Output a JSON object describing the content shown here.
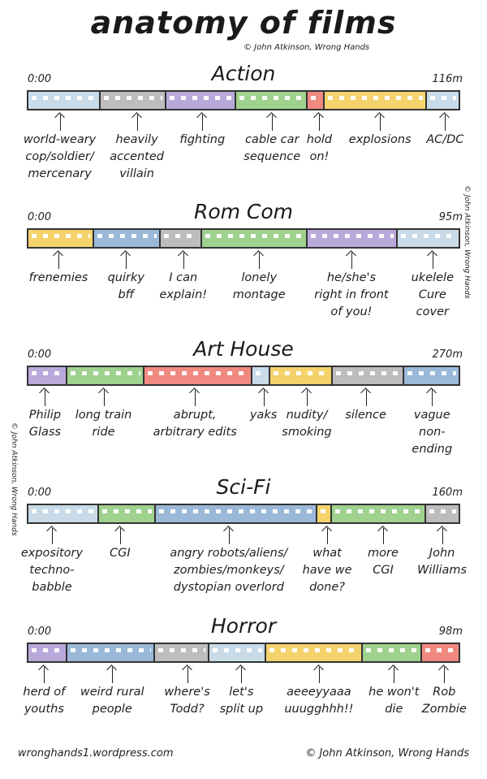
{
  "title": "anatomy of films",
  "credit_top": "© John Atkinson, Wrong Hands",
  "side_credit_right": "© John Atkinson, Wrong Hands",
  "side_credit_left": "© John Atkinson, Wrong Hands",
  "footer_left": "wronghands1.wordpress.com",
  "footer_right": "© John Atkinson, Wrong Hands",
  "colors": {
    "blue_light": "#c9dbe8",
    "gray": "#bdbdbd",
    "purple": "#b9a9da",
    "green": "#9fd18f",
    "red": "#f08a80",
    "yellow": "#f4d36c",
    "blue_mid": "#9ab8d8"
  },
  "films": [
    {
      "genre": "Action",
      "start": "0:00",
      "length": "116m",
      "segments": [
        {
          "color": "#c9dbe8",
          "fraction": 0.168
        },
        {
          "color": "#bdbdbd",
          "fraction": 0.152
        },
        {
          "color": "#b9a9da",
          "fraction": 0.163
        },
        {
          "color": "#9fd18f",
          "fraction": 0.166
        },
        {
          "color": "#f08a80",
          "fraction": 0.039
        },
        {
          "color": "#f4d36c",
          "fraction": 0.239
        },
        {
          "color": "#c9dbe8",
          "fraction": 0.073
        }
      ],
      "labels": [
        {
          "text": "world-weary\ncop/soldier/\nmercenary",
          "pos": 0.076
        },
        {
          "text": "heavily\naccented\nvillain",
          "pos": 0.254
        },
        {
          "text": "fighting",
          "pos": 0.405
        },
        {
          "text": "cable car\nsequence",
          "pos": 0.566
        },
        {
          "text": "hold\non!",
          "pos": 0.675
        },
        {
          "text": "explosions",
          "pos": 0.815
        },
        {
          "text": "AC/DC",
          "pos": 0.965
        }
      ]
    },
    {
      "genre": "Rom Com",
      "start": "0:00",
      "length": "95m",
      "segments": [
        {
          "color": "#f4d36c",
          "fraction": 0.152
        },
        {
          "color": "#9ab8d8",
          "fraction": 0.155
        },
        {
          "color": "#bdbdbd",
          "fraction": 0.097
        },
        {
          "color": "#9fd18f",
          "fraction": 0.245
        },
        {
          "color": "#b9a9da",
          "fraction": 0.21
        },
        {
          "color": "#c9dbe8",
          "fraction": 0.141
        }
      ],
      "labels": [
        {
          "text": "frenemies",
          "pos": 0.073
        },
        {
          "text": "quirky\nbff",
          "pos": 0.229
        },
        {
          "text": "I can\nexplain!",
          "pos": 0.361
        },
        {
          "text": "lonely\nmontage",
          "pos": 0.536
        },
        {
          "text": "he/she's\nright in front\nof you!",
          "pos": 0.749
        },
        {
          "text": "ukelele\nCure\ncover",
          "pos": 0.936
        }
      ]
    },
    {
      "genre": "Art House",
      "start": "0:00",
      "length": "270m",
      "segments": [
        {
          "color": "#b9a9da",
          "fraction": 0.09
        },
        {
          "color": "#9fd18f",
          "fraction": 0.18
        },
        {
          "color": "#f08a80",
          "fraction": 0.251
        },
        {
          "color": "#c9dbe8",
          "fraction": 0.041
        },
        {
          "color": "#f4d36c",
          "fraction": 0.146
        },
        {
          "color": "#bdbdbd",
          "fraction": 0.165
        },
        {
          "color": "#9ab8d8",
          "fraction": 0.127
        }
      ],
      "labels": [
        {
          "text": "Philip\nGlass",
          "pos": 0.042
        },
        {
          "text": "long train\nride",
          "pos": 0.177
        },
        {
          "text": "abrupt,\narbitrary edits",
          "pos": 0.388
        },
        {
          "text": "yaks",
          "pos": 0.546
        },
        {
          "text": "nudity/\nsmoking",
          "pos": 0.646
        },
        {
          "text": "silence",
          "pos": 0.782
        },
        {
          "text": "vague\nnon-ending",
          "pos": 0.935
        }
      ]
    },
    {
      "genre": "Sci-Fi",
      "start": "0:00",
      "length": "160m",
      "segments": [
        {
          "color": "#c9dbe8",
          "fraction": 0.165
        },
        {
          "color": "#9fd18f",
          "fraction": 0.131
        },
        {
          "color": "#9ab8d8",
          "fraction": 0.376
        },
        {
          "color": "#f4d36c",
          "fraction": 0.034
        },
        {
          "color": "#9fd18f",
          "fraction": 0.219
        },
        {
          "color": "#bdbdbd",
          "fraction": 0.075
        }
      ],
      "labels": [
        {
          "text": "expository\ntechno-\nbabble",
          "pos": 0.058
        },
        {
          "text": "CGI",
          "pos": 0.215
        },
        {
          "text": "angry robots/aliens/\nzombies/monkeys/\ndystopian overlord",
          "pos": 0.466
        },
        {
          "text": "what\nhave we\ndone?",
          "pos": 0.693
        },
        {
          "text": "more\nCGI",
          "pos": 0.822
        },
        {
          "text": "John\nWilliams",
          "pos": 0.958
        }
      ]
    },
    {
      "genre": "Horror",
      "start": "0:00",
      "length": "98m",
      "segments": [
        {
          "color": "#b9a9da",
          "fraction": 0.09
        },
        {
          "color": "#9ab8d8",
          "fraction": 0.204
        },
        {
          "color": "#bdbdbd",
          "fraction": 0.127
        },
        {
          "color": "#c9dbe8",
          "fraction": 0.131
        },
        {
          "color": "#f4d36c",
          "fraction": 0.225
        },
        {
          "color": "#9fd18f",
          "fraction": 0.138
        },
        {
          "color": "#f08a80",
          "fraction": 0.085
        }
      ],
      "labels": [
        {
          "text": "herd of\nyouths",
          "pos": 0.04
        },
        {
          "text": "weird rural\npeople",
          "pos": 0.197
        },
        {
          "text": "where's\nTodd?",
          "pos": 0.37
        },
        {
          "text": "let's\nsplit up",
          "pos": 0.495
        },
        {
          "text": "aeeeyyaaa\nuuugghhh!!",
          "pos": 0.674
        },
        {
          "text": "he won't\ndie",
          "pos": 0.847
        },
        {
          "text": "Rob\nZombie",
          "pos": 0.963
        }
      ]
    }
  ]
}
